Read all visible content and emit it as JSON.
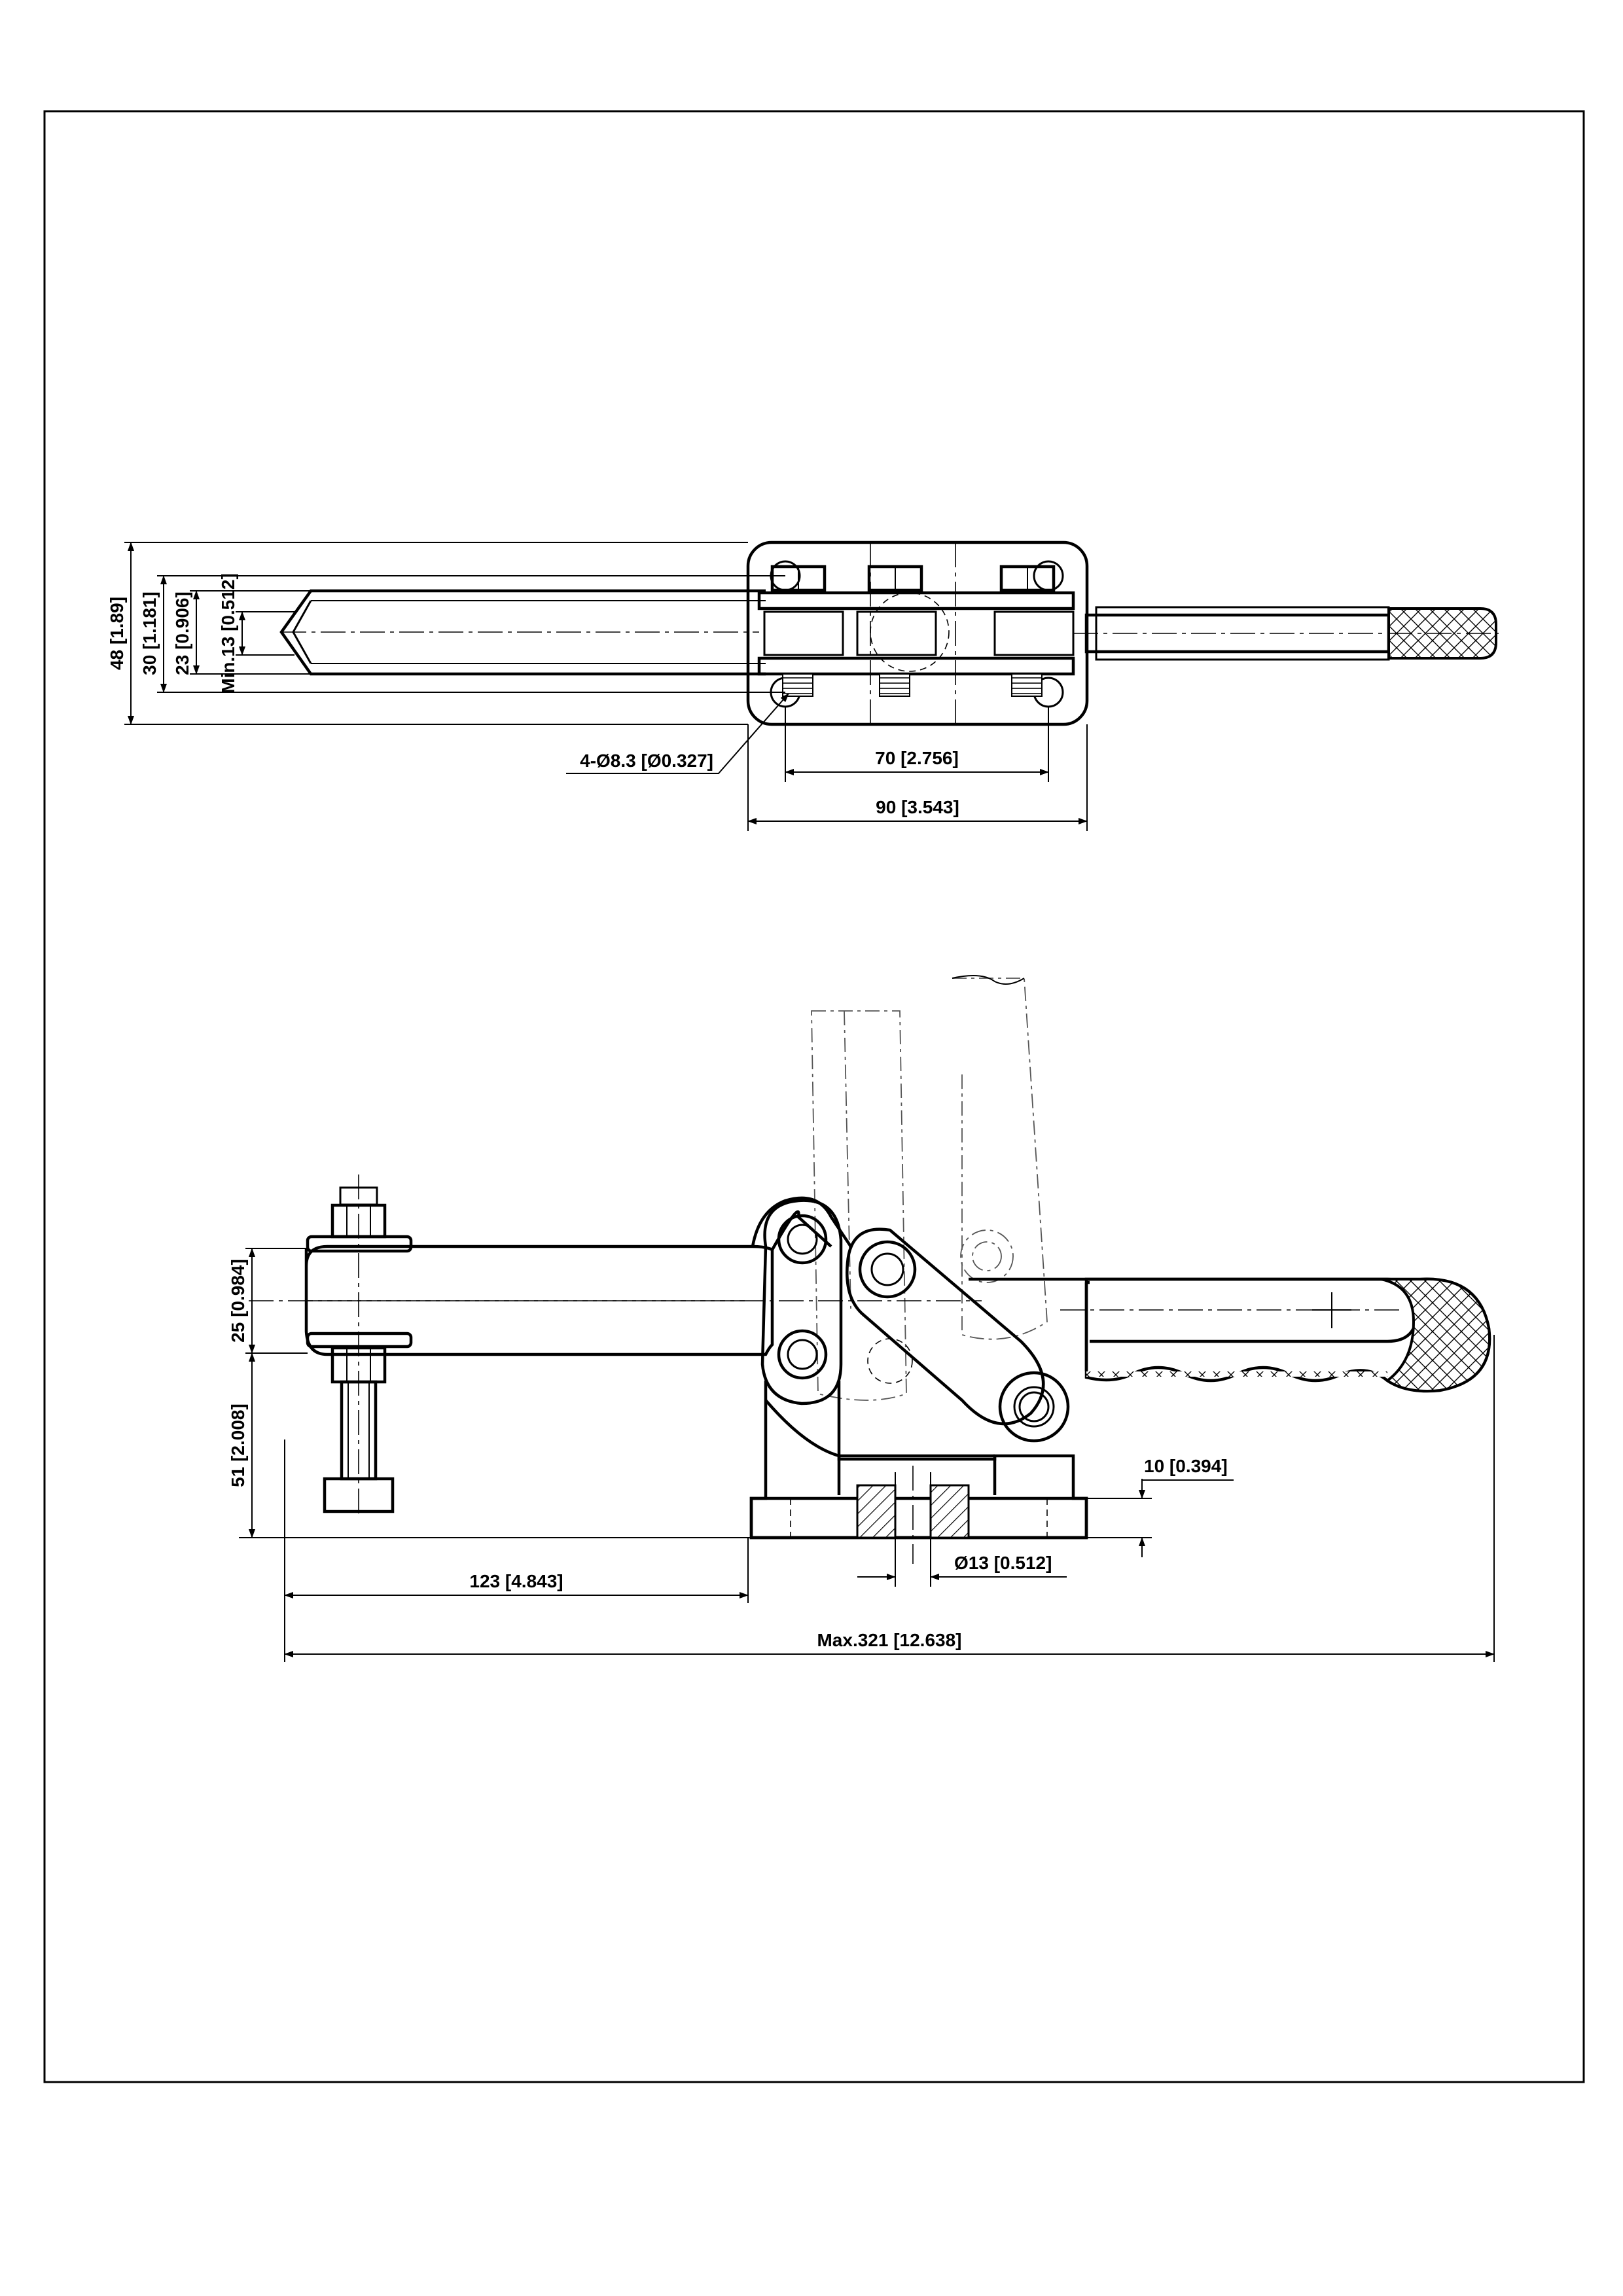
{
  "drawing": {
    "top_view": {
      "dims": {
        "overall_height": "48 [1.89]",
        "mount_width": "30 [1.181]",
        "spindle_width": "23 [0.906]",
        "min_width": "Min.13 [0.512]",
        "holes": "4-Ø8.3 [Ø0.327]",
        "hole_spacing": "70 [2.756]",
        "base_length": "90 [3.543]"
      }
    },
    "side_view": {
      "dims": {
        "arm_thickness": "25 [0.984]",
        "spindle_height": "51 [2.008]",
        "base_thickness": "10 [0.394]",
        "bore": "Ø13 [0.512]",
        "reach": "123 [4.843]",
        "max_length": "Max.321 [12.638]"
      }
    }
  }
}
